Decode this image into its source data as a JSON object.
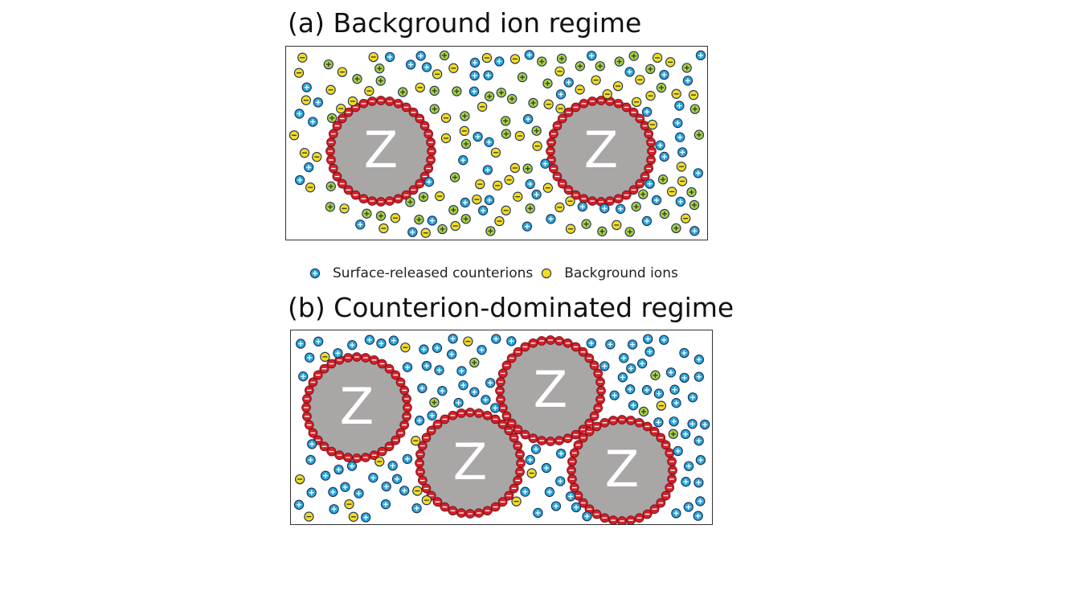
{
  "panel_a": {
    "title": "(a) Background ion regime",
    "particle_label": "Z"
  },
  "panel_b": {
    "title": "(b) Counterion-dominated regime",
    "particle_label": "Z"
  },
  "legend": {
    "counterions": "Surface-released counterions",
    "background_ions": "Background ions"
  },
  "colors": {
    "counterion": "#29a6dd",
    "background_anion": "#f2dc26",
    "background_cation": "#a8d243",
    "surface_charge": "#d3202a",
    "macroion": "#a9a6a6",
    "ion_outline": "#1b2f54"
  },
  "icons": {
    "counterion": "plus-circle-icon",
    "background_anion": "minus-circle-icon",
    "background_cation": "plus-circle-icon",
    "surface_charge": "minus-circle-icon"
  }
}
